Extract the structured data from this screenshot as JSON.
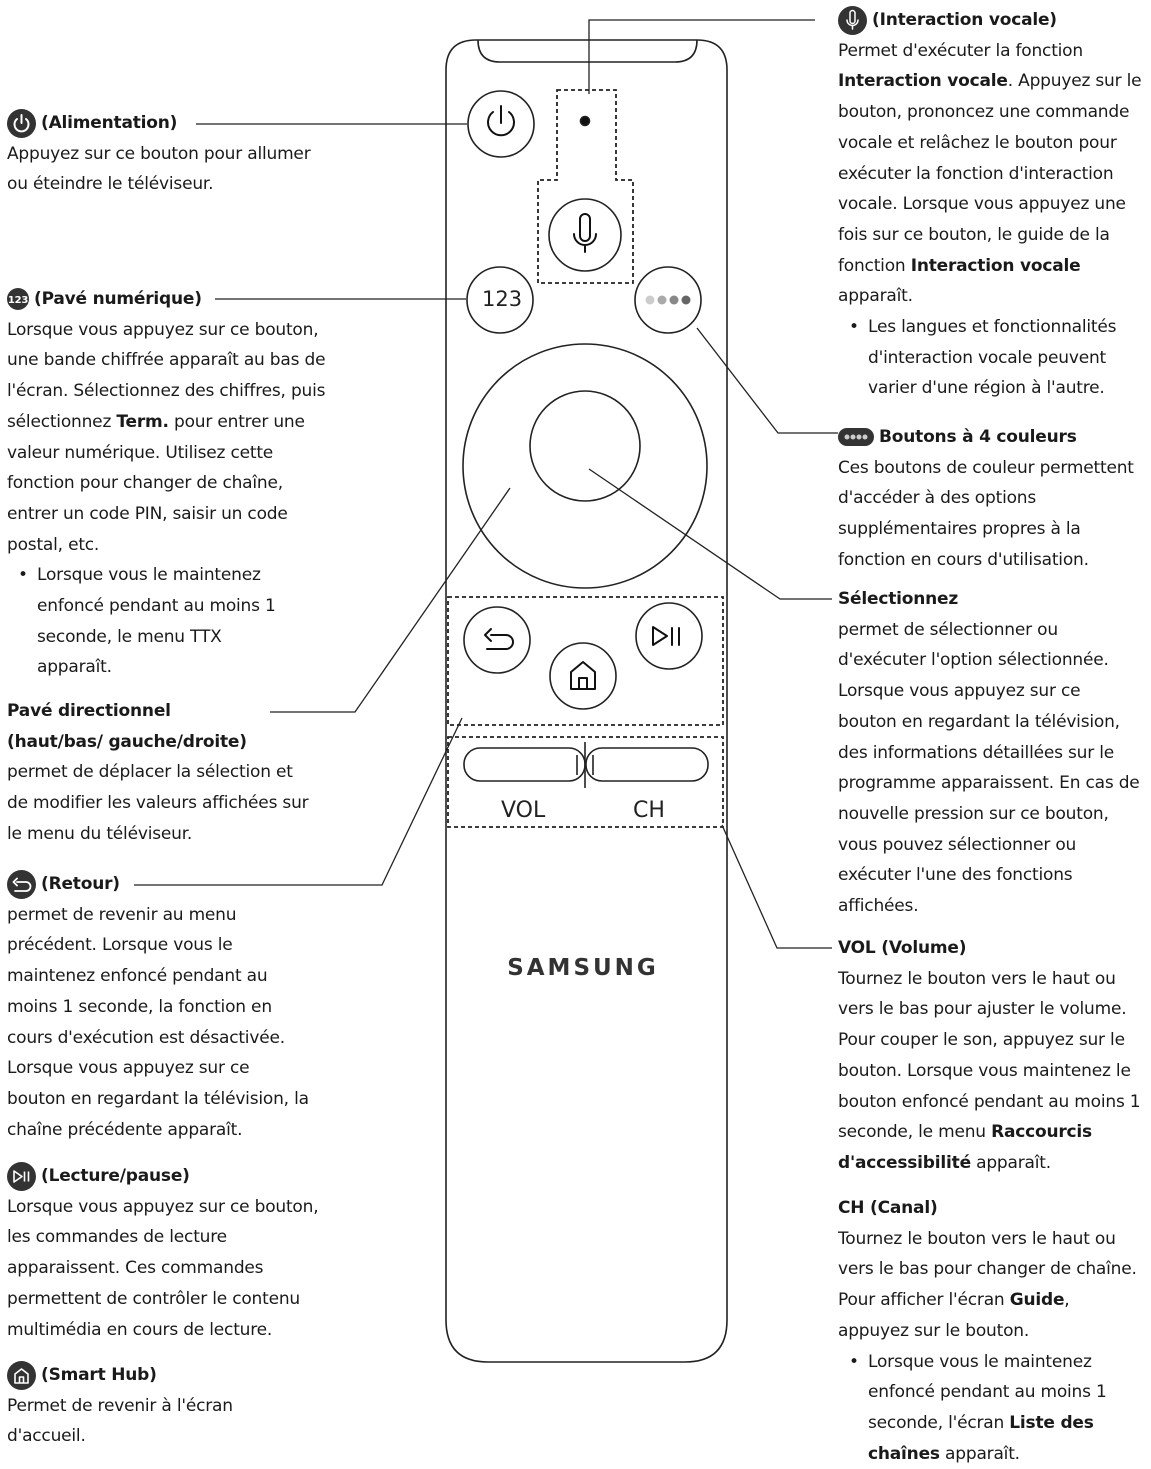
{
  "brand": "SAMSUNG",
  "remote_labels": {
    "num": "123",
    "vol": "VOL",
    "ch": "CH"
  },
  "left": {
    "power": {
      "title": "(Alimentation)",
      "body": "Appuyez sur ce bouton pour allumer ou éteindre le téléviseur."
    },
    "numpad": {
      "title": "(Pavé numérique)",
      "body_a": "Lorsque vous appuyez sur ce bouton, une bande chiffrée apparaît au bas de l'écran. Sélectionnez des chiffres, puis sélectionnez ",
      "body_b": "Term.",
      "body_c": " pour entrer une valeur numérique. Utilisez cette fonction pour changer de chaîne, entrer un code PIN, saisir un code postal, etc.",
      "bullet": "Lorsque vous le maintenez enfoncé pendant au moins 1 seconde, le menu TTX apparaît."
    },
    "dpad": {
      "title": "Pavé directionnel (haut/bas/ gauche/droite)",
      "body": "permet de déplacer la sélection et de modifier les valeurs affichées sur le menu du téléviseur."
    },
    "return": {
      "title": "(Retour)",
      "body": "permet de revenir au menu précédent. Lorsque vous le maintenez enfoncé pendant au moins 1 seconde, la fonction en cours d'exécution est désactivée. Lorsque vous appuyez sur ce bouton en regardant la télévision, la chaîne précédente apparaît."
    },
    "playpause": {
      "title": "(Lecture/pause)",
      "body": "Lorsque vous appuyez sur ce bouton, les commandes de lecture apparaissent. Ces commandes permettent de contrôler le contenu multimédia en cours de lecture."
    },
    "smarthub": {
      "title": "(Smart Hub)",
      "body": "Permet de revenir à l'écran d'accueil."
    }
  },
  "right": {
    "voice": {
      "title": "(Interaction vocale)",
      "body_a": "Permet d'exécuter la fonction ",
      "body_b": "Interaction vocale",
      "body_c": ". Appuyez sur le bouton, prononcez une commande vocale et relâchez le bouton pour exécuter la fonction d'interaction vocale. Lorsque vous appuyez une fois sur ce bouton, le guide de la fonction ",
      "body_d": "Interaction vocale",
      "body_e": " apparaît.",
      "bullet": "Les langues et fonctionnalités d'interaction vocale peuvent varier d'une région à l'autre."
    },
    "colors": {
      "title": "Boutons à 4 couleurs",
      "body": "Ces boutons de couleur permettent d'accéder à des options supplémentaires propres à la fonction en cours d'utilisation."
    },
    "select": {
      "title": "Sélectionnez",
      "body": "permet de sélectionner ou d'exécuter l'option sélectionnée. Lorsque vous appuyez sur ce bouton en regardant la télévision, des informations détaillées sur le programme apparaissent. En cas de nouvelle pression sur ce bouton, vous pouvez sélectionner ou exécuter l'une des fonctions affichées."
    },
    "volume": {
      "title": "VOL (Volume)",
      "body_a": "Tournez le bouton vers le haut ou vers le bas pour ajuster le volume. Pour couper le son, appuyez sur le bouton. Lorsque vous maintenez le bouton enfoncé pendant au moins 1 seconde, le menu ",
      "body_b": "Raccourcis d'accessibilité",
      "body_c": " apparaît."
    },
    "channel": {
      "title": "CH (Canal)",
      "body_a": "Tournez le bouton vers le haut ou vers le bas pour changer de chaîne. Pour afficher l'écran ",
      "body_b": "Guide",
      "body_c": ", appuyez sur le bouton.",
      "bullet_a": "Lorsque vous le maintenez enfoncé pendant au moins 1 seconde, l'écran ",
      "bullet_b": "Liste des chaînes",
      "bullet_c": " apparaît."
    }
  }
}
